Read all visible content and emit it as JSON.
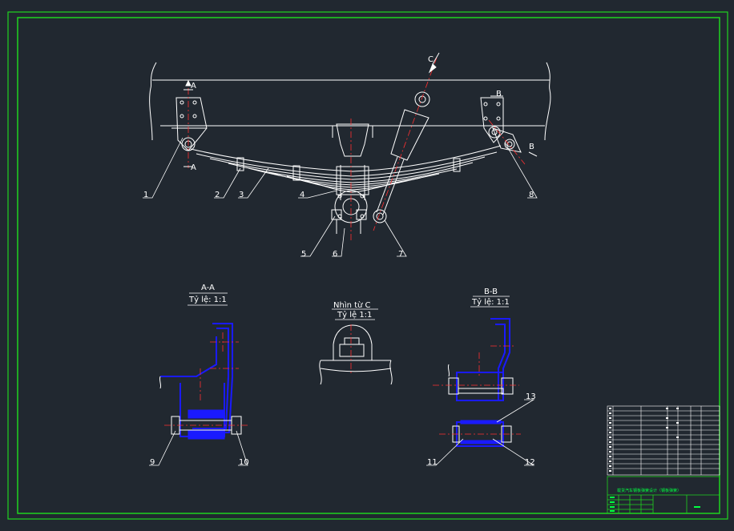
{
  "colors": {
    "background": "#212830",
    "frame": "#1fd41f",
    "line": "#ffffff",
    "center_line": "#ff3030",
    "section": "#1a1aff",
    "leader": "#ffffff"
  },
  "main_view": {
    "section_marks": {
      "a": "A",
      "b": "B",
      "c": "C"
    },
    "part_numbers": [
      "1",
      "2",
      "3",
      "4",
      "5",
      "6",
      "7",
      "8"
    ]
  },
  "views": {
    "aa": {
      "title": "A-A",
      "scale": "Tỷ lệ: 1:1",
      "part_numbers": [
        "9",
        "10"
      ]
    },
    "c": {
      "title": "Nhìn từ  C",
      "scale": "Tỷ lệ 1:1"
    },
    "bb": {
      "title": "B-B",
      "scale": "Tỷ lệ: 1:1",
      "part_numbers": [
        "11",
        "12",
        "13"
      ]
    }
  },
  "title_block": {
    "title_text": "载货汽车钢板弹簧设计（钢板弹簧）"
  }
}
